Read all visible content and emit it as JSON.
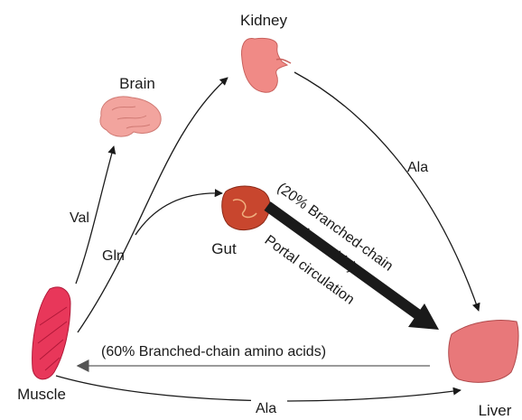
{
  "organs": {
    "kidney": "Kidney",
    "brain": "Brain",
    "gut": "Gut",
    "muscle": "Muscle",
    "liver": "Liver"
  },
  "flows": {
    "val": "Val",
    "gln": "Gln",
    "ala_kidney_liver": "Ala",
    "ala_muscle_liver": "Ala"
  },
  "notes": {
    "gut_bcaa_line1": "(20% Branched-chain",
    "gut_bcaa_line2": "amino acids)",
    "portal": "Portal circulation",
    "liver_bcaa": "(60% Branched-chain amino acids)"
  },
  "colors": {
    "muscle": "#e8375a",
    "kidney": "#f08a86",
    "brain": "#f2a49e",
    "gut": "#c8462e",
    "liver": "#e8787a",
    "arrow": "#1a1a1a",
    "liver_arrow": "#9a9a9a"
  }
}
